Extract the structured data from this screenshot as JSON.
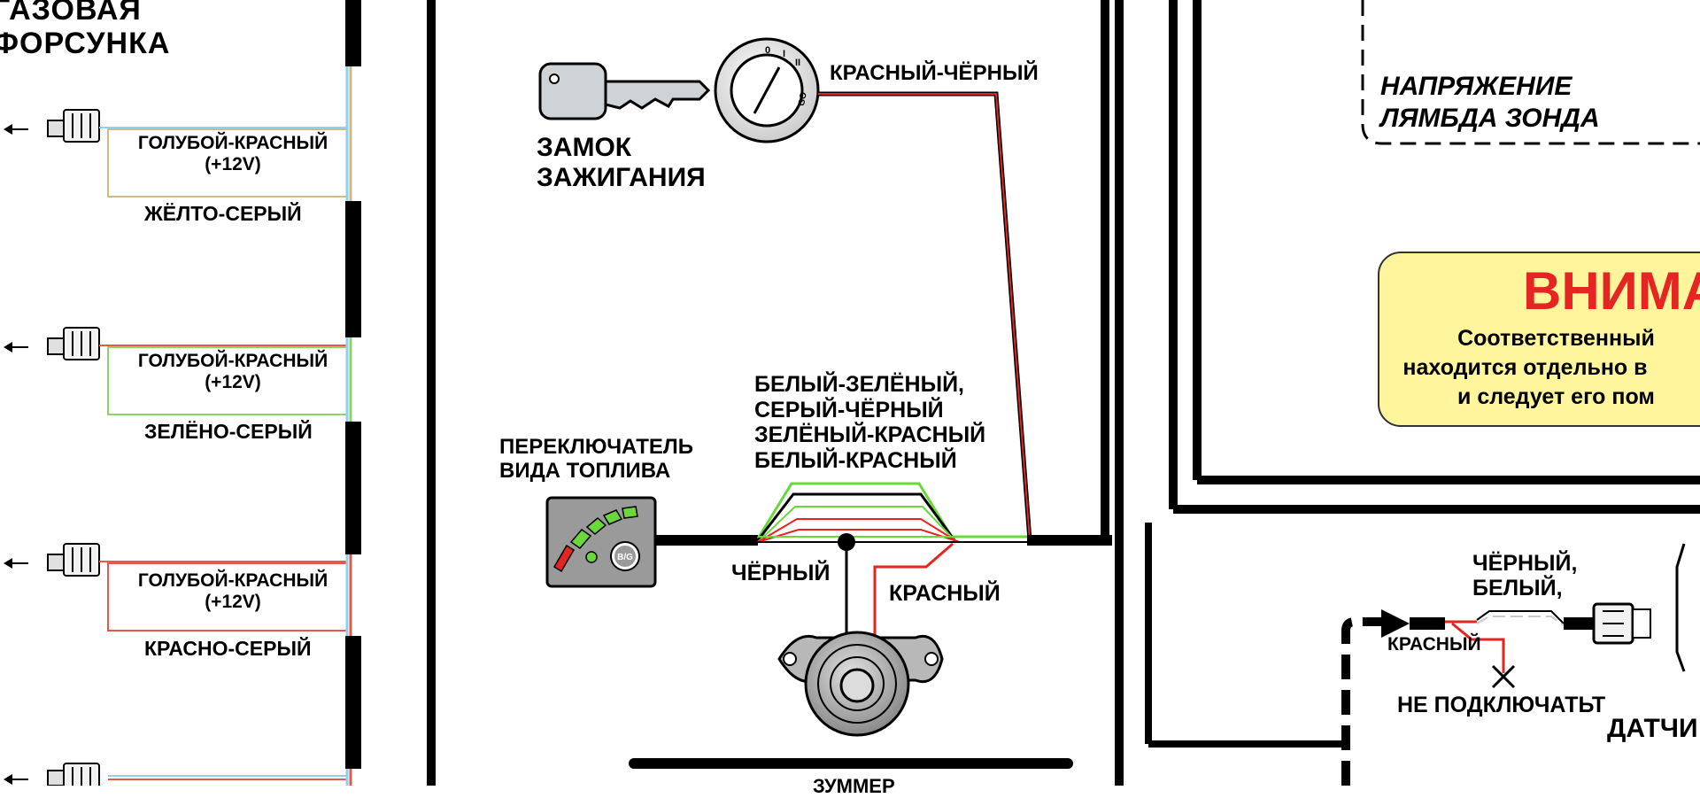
{
  "injector": {
    "title": "ГАЗОВАЯ ФОРСУНКА",
    "title_line1": "ГАЗОВАЯ",
    "title_line2": "ФОРСУНКА",
    "connectors": [
      {
        "wire_line1": "ГОЛУБОЙ-КРАСНЫЙ",
        "wire_line2": "(+12V)",
        "signal": "ЖЁЛТО-СЕРЫЙ",
        "frame_color": "#cdb98a",
        "color_a": "#8ed1ee",
        "color_b": "#cdb98a"
      },
      {
        "wire_line1": "ГОЛУБОЙ-КРАСНЫЙ",
        "wire_line2": "(+12V)",
        "signal": "ЗЕЛЁНО-СЕРЫЙ",
        "frame_color": "#8bd46a",
        "color_a": "#8ed1ee",
        "color_b": "#8bd46a"
      },
      {
        "wire_line1": "ГОЛУБОЙ-КРАСНЫЙ",
        "wire_line2": "(+12V)",
        "signal": "КРАСНО-СЕРЫЙ",
        "frame_color": "#e45a4a",
        "color_a": "#8ed1ee",
        "color_b": "#e45a4a"
      },
      {
        "wire_line1": "",
        "wire_line2": "",
        "signal": "",
        "frame_color": "#e45a4a",
        "color_a": "#8ed1ee",
        "color_b": "#e45a4a"
      }
    ]
  },
  "ignition": {
    "label_line1": "ЗАМОК",
    "label_line2": "ЗАЖИГАНИЯ",
    "wire_label": "КРАСНЫЙ-ЧЁРНЫЙ",
    "positions": [
      "0",
      "I",
      "II",
      "GO"
    ]
  },
  "fuel_switch": {
    "label_line1": "ПЕРЕКЛЮЧАТЕЛЬ",
    "label_line2": "ВИДА ТОПЛИВА",
    "button_text": "B/G"
  },
  "switch_wires": {
    "line1": "БЕЛЫЙ-ЗЕЛЁНЫЙ,",
    "line2": "СЕРЫЙ-ЧЁРНЫЙ",
    "line3": "ЗЕЛЁНЫЙ-КРАСНЫЙ",
    "line4": "БЕЛЫЙ-КРАСНЫЙ",
    "black_label": "ЧЁРНЫЙ",
    "red_label": "КРАСНЫЙ"
  },
  "buzzer": {
    "label": "ЗУММЕР"
  },
  "lambda": {
    "line1": "НАПРЯЖЕНИЕ",
    "line2": "ЛЯМБДА ЗОНДА"
  },
  "warning": {
    "title": "ВНИМА",
    "line1": "Соответственный",
    "line2": "находится отдельно в",
    "line3": "и следует его пом"
  },
  "sensor": {
    "wires_line1": "ЧЁРНЫЙ,",
    "wires_line2": "БЕЛЫЙ,",
    "red_label": "КРАСНЫЙ",
    "no_connect": "НЕ ПОДКЛЮЧАТЬТ",
    "title": "ДАТЧИ"
  },
  "colors": {
    "red": "#e52521",
    "green": "#6ad83b",
    "warning_fill": "#fff59d",
    "wire_blue": "#8ed1ee"
  }
}
